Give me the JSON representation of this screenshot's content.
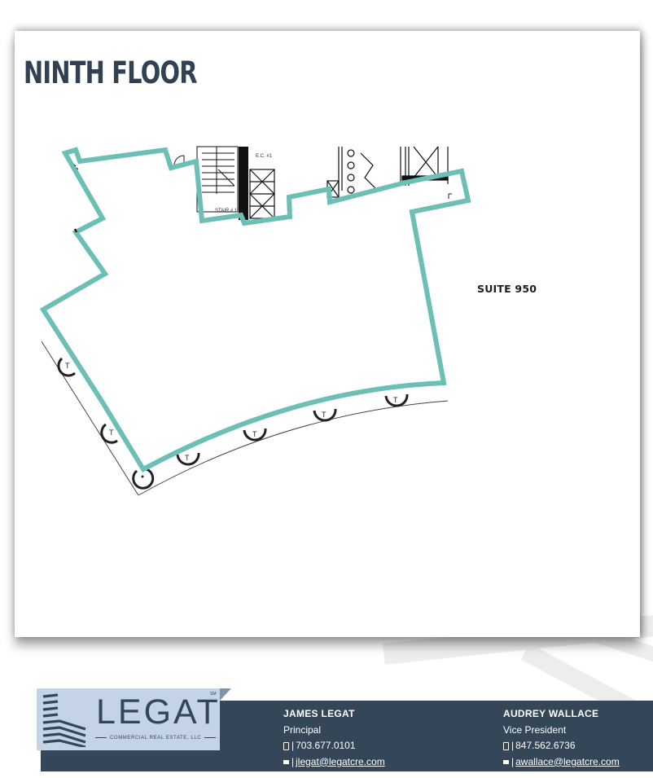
{
  "page": {
    "title": "NINTH FLOOR",
    "accent_color": "#6bbfb5",
    "title_color": "#2f4153"
  },
  "floor_plan": {
    "suite_label": "SUITE 950",
    "annotations": {
      "stair": "STAIR # 1",
      "elevator_core": "E.C. #1"
    },
    "outline_color": "#6bbfb5"
  },
  "branding": {
    "logo_word": "LEGAT",
    "logo_mark": "SM",
    "logo_tagline": "COMMERCIAL REAL ESTATE, LLC",
    "logo_bg": "#c4d3e6",
    "footer_bg": "#354659"
  },
  "contacts": [
    {
      "name": "JAMES LEGAT",
      "role": "Principal",
      "phone_icon": "mobile-phone-icon",
      "phone": "703.677.0101",
      "email_icon": "envelope-icon",
      "email": "jlegat@legatcre.com",
      "separator": "|"
    },
    {
      "name": "AUDREY WALLACE",
      "role": "Vice President",
      "phone_icon": "mobile-phone-icon",
      "phone": "847.562.6736",
      "email_icon": "envelope-icon",
      "email": "awallace@legatcre.com",
      "separator": "|"
    }
  ]
}
